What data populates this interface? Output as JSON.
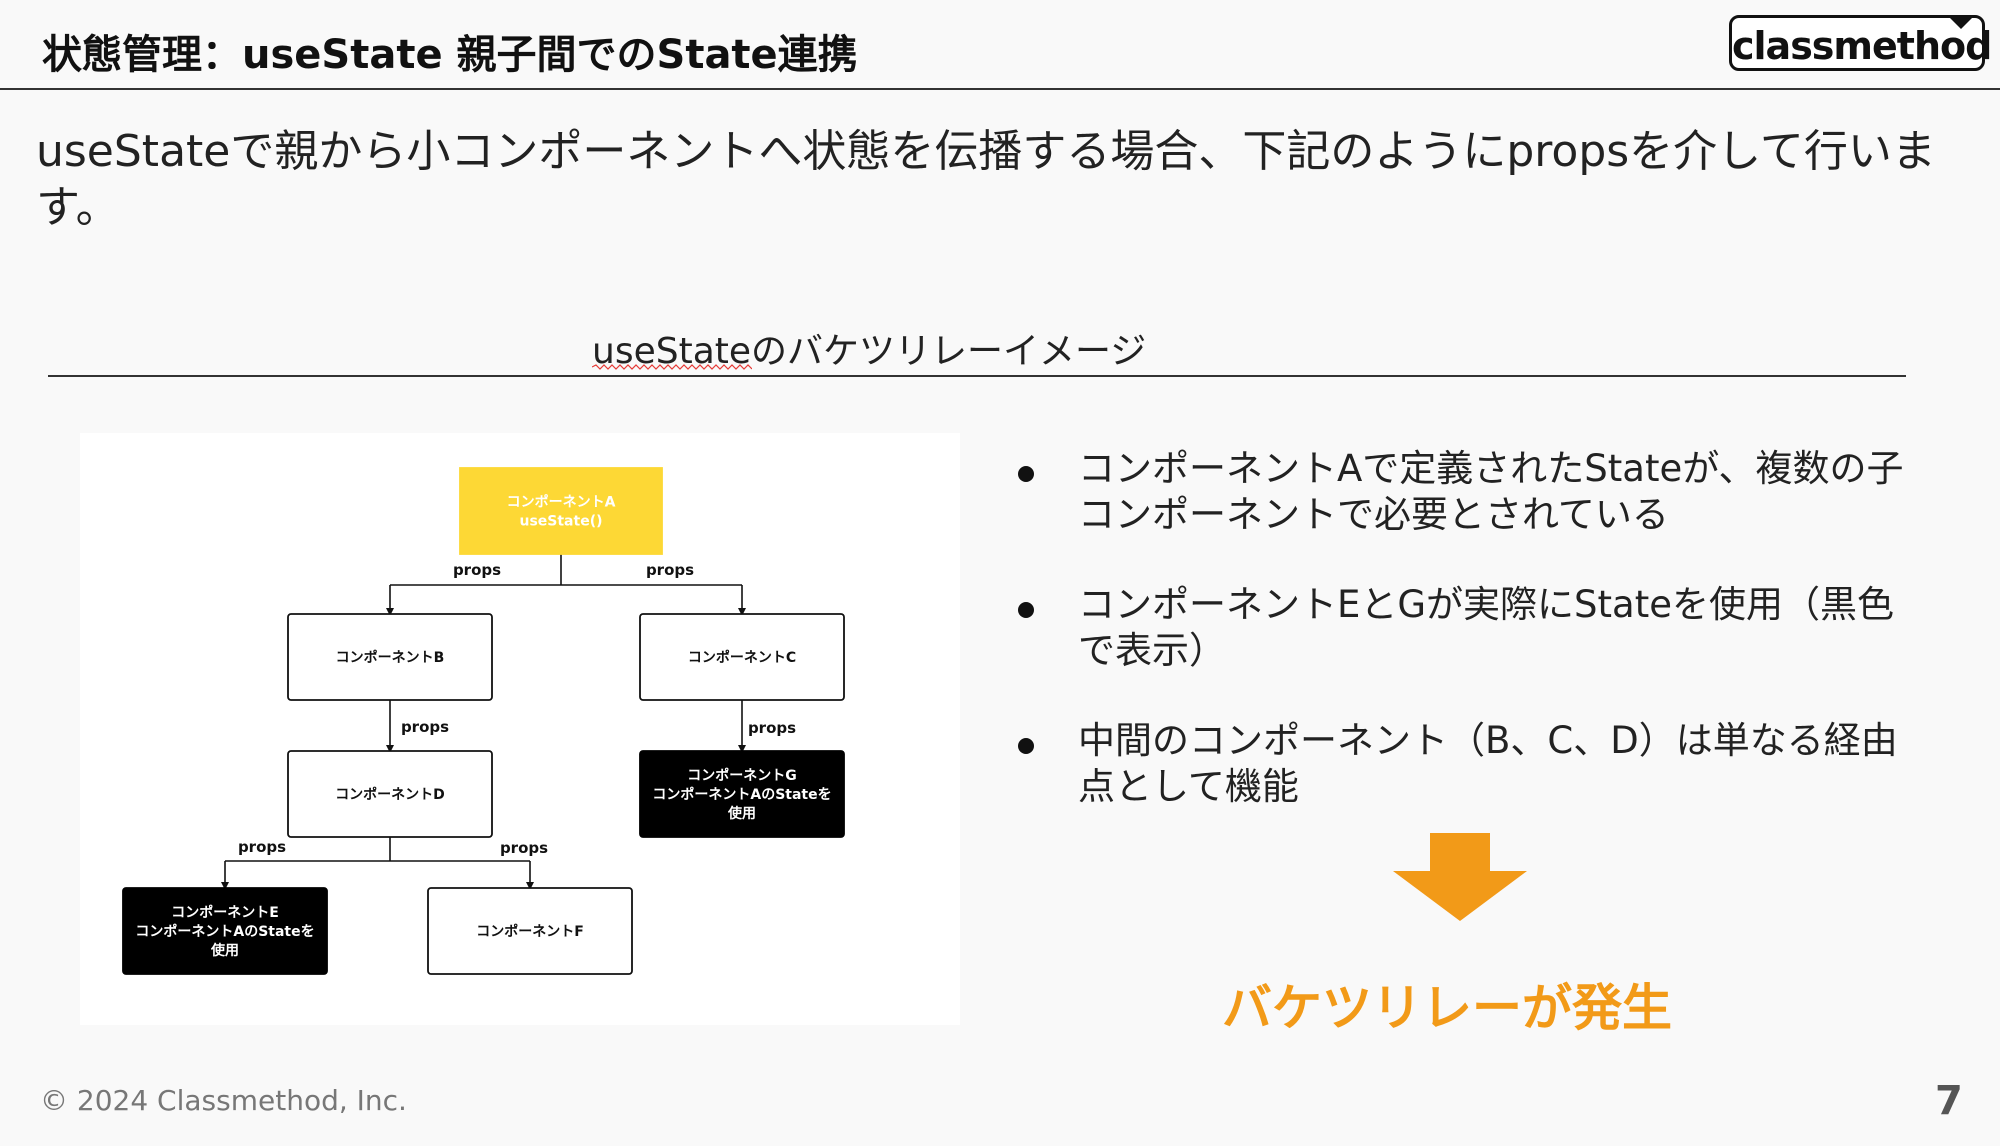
{
  "header": {
    "title": "状態管理：useState 親子間でのState連携",
    "logo_text": "classmethod"
  },
  "lead_text": "useStateで親から小コンポーネントへ状態を伝播する場合、下記のようにpropsを介して行います。",
  "section_title": "useStateのバケツリレーイメージ",
  "diagram": {
    "nodes": [
      {
        "id": "A",
        "lines": [
          "コンポーネントA",
          "useState()"
        ],
        "style": "yellow"
      },
      {
        "id": "B",
        "lines": [
          "コンポーネントB"
        ],
        "style": "white"
      },
      {
        "id": "C",
        "lines": [
          "コンポーネントC"
        ],
        "style": "white"
      },
      {
        "id": "D",
        "lines": [
          "コンポーネントD"
        ],
        "style": "white"
      },
      {
        "id": "E",
        "lines": [
          "コンポーネントE",
          "コンポーネントAのStateを",
          "使用"
        ],
        "style": "black"
      },
      {
        "id": "F",
        "lines": [
          "コンポーネントF"
        ],
        "style": "white"
      },
      {
        "id": "G",
        "lines": [
          "コンポーネントG",
          "コンポーネントAのStateを",
          "使用"
        ],
        "style": "black"
      }
    ],
    "edge_label": "props",
    "colors": {
      "yellow": "#fdd835",
      "black": "#000000",
      "white": "#ffffff"
    }
  },
  "bullets": [
    "コンポーネントAで定義されたStateが、複数の子コンポーネントで必要とされている",
    "コンポーネントEとGが実際にStateを使用（黒色で表示）",
    "中間のコンポーネント（B、C、D）は単なる経由点として機能"
  ],
  "result_text": "バケツリレーが発生",
  "accent_color": "#f29a18",
  "footer": {
    "copyright": "© 2024 Classmethod, Inc.",
    "page_number": "7"
  }
}
